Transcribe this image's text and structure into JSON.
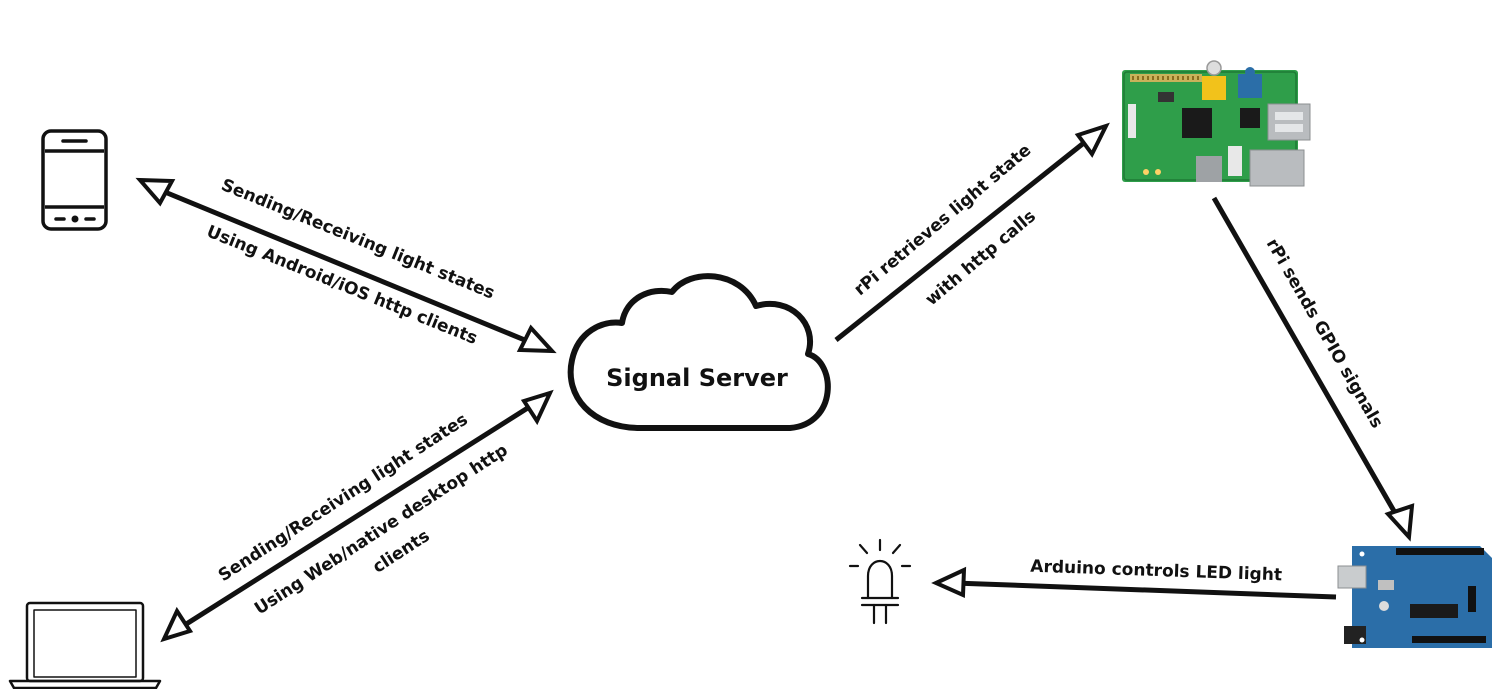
{
  "nodes": {
    "server": {
      "label": "Signal Server"
    }
  },
  "edges": {
    "phone_server": {
      "line1": "Sending/Receiving light states",
      "line2": "Using Android/iOS http clients"
    },
    "laptop_server": {
      "line1": "Sending/Receiving light states",
      "line2": "Using Web/native desktop http",
      "line3": "clients"
    },
    "server_rpi": {
      "line1": "rPi retrieves light state",
      "line2": "with http calls"
    },
    "rpi_arduino": {
      "line1": "rPi sends GPIO signals"
    },
    "arduino_led": {
      "line1": "Arduino controls LED light"
    }
  },
  "colors": {
    "ink": "#111111",
    "pcb_green": "#2f9e4a",
    "pcb_blue": "#2b6ea8"
  }
}
